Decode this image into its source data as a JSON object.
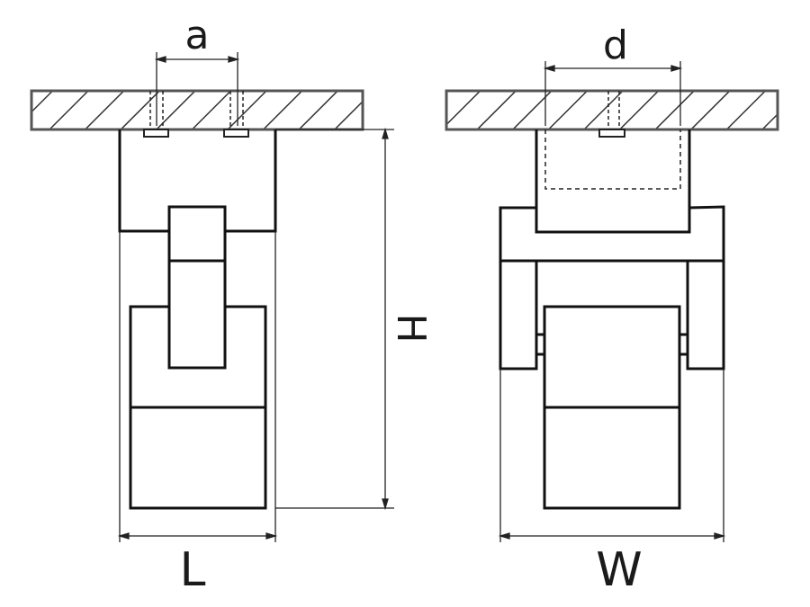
{
  "diagram": {
    "left_view": {
      "dim_a": "a",
      "dim_h": "H",
      "dim_l": "L"
    },
    "right_view": {
      "dim_d": "d",
      "dim_w": "W"
    }
  }
}
